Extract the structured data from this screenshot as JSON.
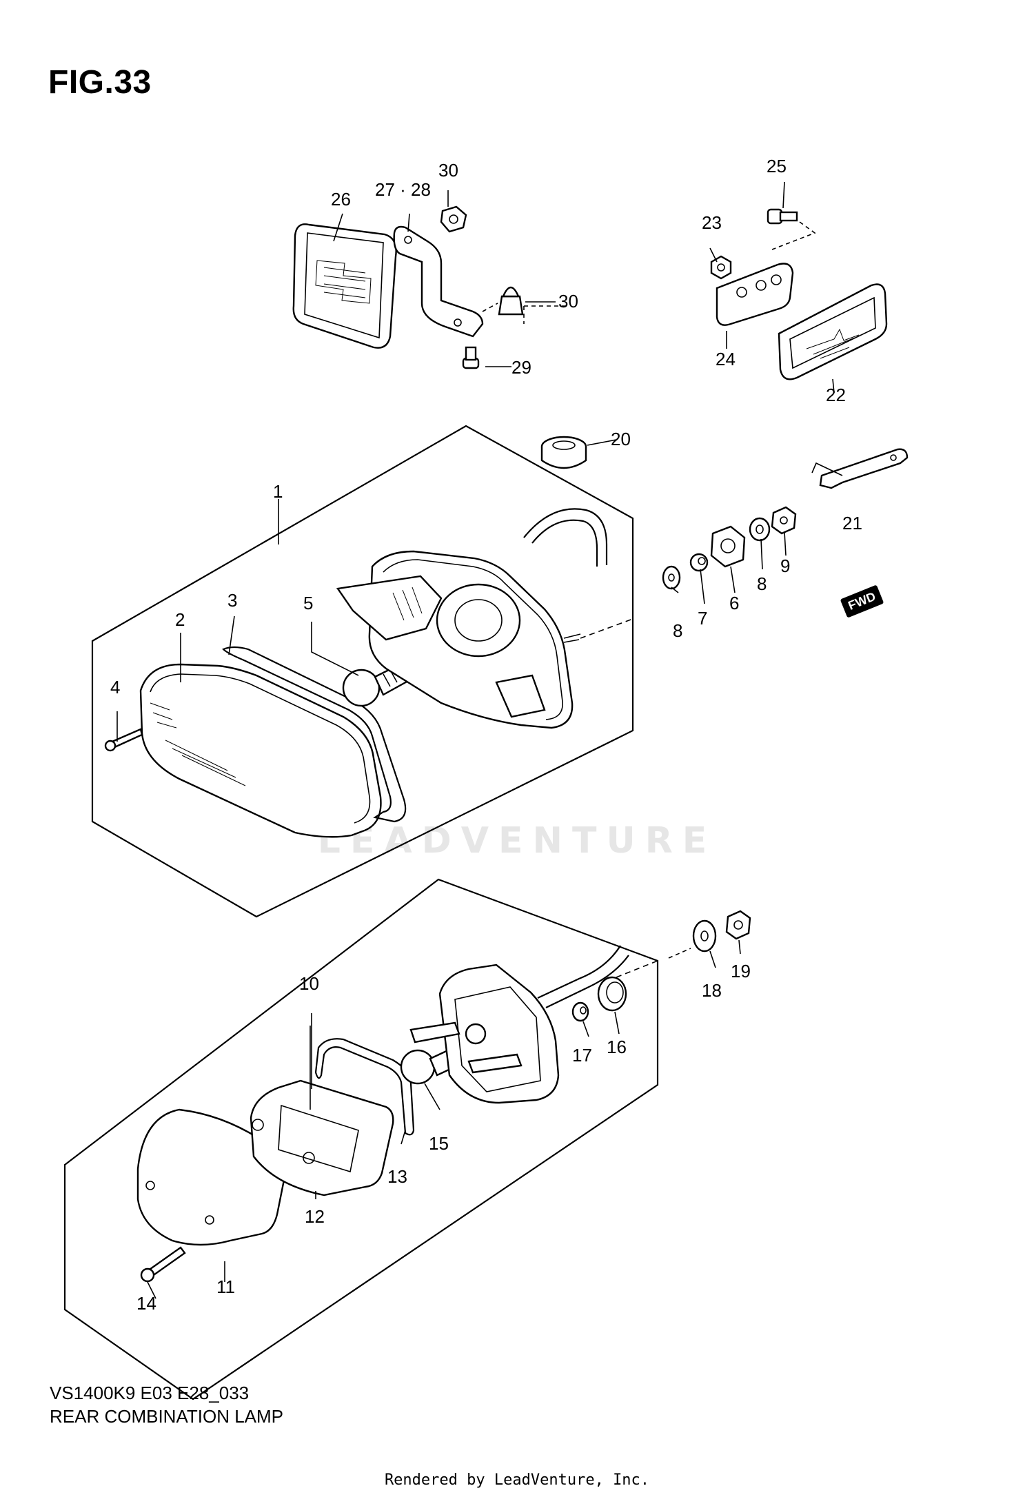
{
  "figure": {
    "title": "FIG.33"
  },
  "footer": {
    "model_code": "VS1400K9 E03 E28_033",
    "caption": "REAR COMBINATION LAMP"
  },
  "render_credit": "Rendered by LeadVenture, Inc.",
  "watermark": "LEADVENTURE",
  "fwd_label": "FWD",
  "callouts": {
    "c1": "1",
    "c2": "2",
    "c3": "3",
    "c4": "4",
    "c5": "5",
    "c6": "6",
    "c7": "7",
    "c8a": "8",
    "c8b": "8",
    "c9": "9",
    "c10": "10",
    "c11": "11",
    "c12": "12",
    "c13": "13",
    "c14": "14",
    "c15": "15",
    "c16": "16",
    "c17": "17",
    "c18": "18",
    "c19": "19",
    "c20": "20",
    "c21": "21",
    "c22": "22",
    "c23": "23",
    "c24": "24",
    "c25": "25",
    "c26": "26",
    "c2728": "27 · 28",
    "c29": "29",
    "c30a": "30",
    "c30b": "30"
  }
}
